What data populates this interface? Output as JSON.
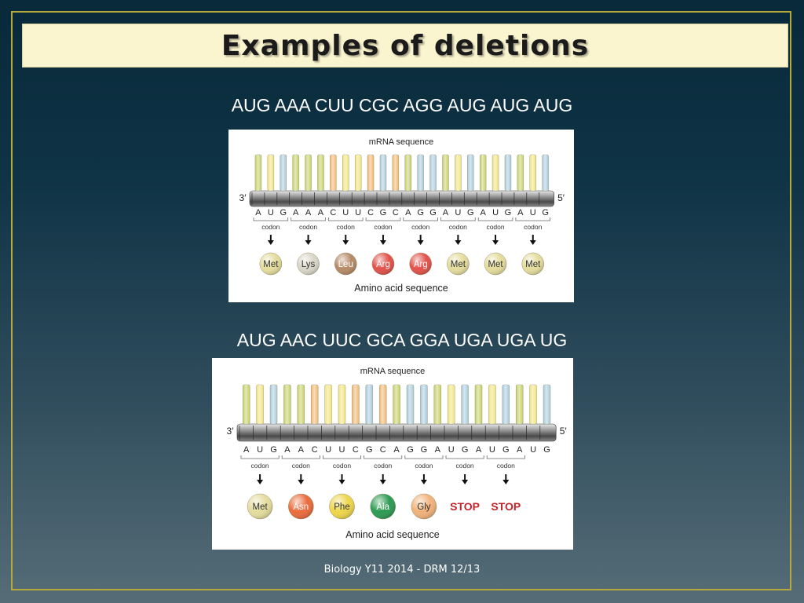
{
  "slide": {
    "title": "Examples of deletions",
    "footer": "Biology Y11 2014 - DRM  12/13"
  },
  "colors": {
    "A": "#c4cf63",
    "U": "#f0e37a",
    "G": "#a6c9da",
    "C": "#f0b56c",
    "stop_text": "#c0262b"
  },
  "diagrams": [
    {
      "sequence_text": "AUG AAA CUU CGC AGG AUG AUG AUG",
      "header": "mRNA sequence",
      "footer": "Amino acid sequence",
      "end_left": "3′",
      "end_right": "5′",
      "codon_label": "codon",
      "bases": [
        "A",
        "U",
        "G",
        "A",
        "A",
        "A",
        "C",
        "U",
        "U",
        "C",
        "G",
        "C",
        "A",
        "G",
        "G",
        "A",
        "U",
        "G",
        "A",
        "U",
        "G",
        "A",
        "U",
        "G"
      ],
      "codons": [
        {
          "label": "Met",
          "color": "#e4dc9c",
          "kind": "amino"
        },
        {
          "label": "Lys",
          "color": "#d9d6c8",
          "kind": "amino"
        },
        {
          "label": "Leu",
          "color": "#b58a66",
          "kind": "amino"
        },
        {
          "label": "Arg",
          "color": "#e2514a",
          "kind": "amino"
        },
        {
          "label": "Arg",
          "color": "#e2514a",
          "kind": "amino"
        },
        {
          "label": "Met",
          "color": "#e4dc9c",
          "kind": "amino"
        },
        {
          "label": "Met",
          "color": "#e4dc9c",
          "kind": "amino"
        },
        {
          "label": "Met",
          "color": "#e4dc9c",
          "kind": "amino"
        }
      ]
    },
    {
      "sequence_text": "AUG AAC UUC GCA GGA UGA UGA UG",
      "header": "mRNA sequence",
      "footer": "Amino acid sequence",
      "end_left": "3′",
      "end_right": "5′",
      "codon_label": "codon",
      "bases": [
        "A",
        "U",
        "G",
        "A",
        "A",
        "C",
        "U",
        "U",
        "C",
        "G",
        "C",
        "A",
        "G",
        "G",
        "A",
        "U",
        "G",
        "A",
        "U",
        "G",
        "A",
        "U",
        "G"
      ],
      "codons": [
        {
          "label": "Met",
          "color": "#e4dc9c",
          "kind": "amino"
        },
        {
          "label": "Asn",
          "color": "#ea6b3a",
          "kind": "amino"
        },
        {
          "label": "Phe",
          "color": "#eed54a",
          "kind": "amino"
        },
        {
          "label": "Ala",
          "color": "#2c9a52",
          "kind": "amino"
        },
        {
          "label": "Gly",
          "color": "#f1b27a",
          "kind": "amino"
        },
        {
          "label": "STOP",
          "color": "#c0262b",
          "kind": "stop"
        },
        {
          "label": "STOP",
          "color": "#c0262b",
          "kind": "stop"
        }
      ]
    }
  ]
}
